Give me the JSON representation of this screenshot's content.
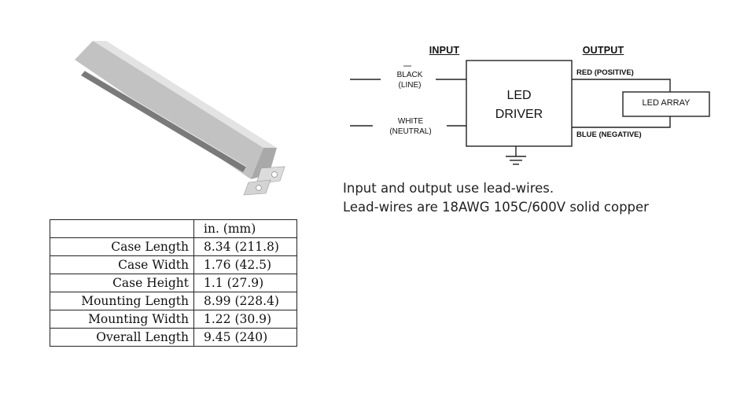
{
  "wiring": {
    "input_heading": "INPUT",
    "output_heading": "OUTPUT",
    "line_wire": {
      "color": "BLACK",
      "role": "(LINE)"
    },
    "neutral_wire": {
      "color": "WHITE",
      "role": "(NEUTRAL)"
    },
    "driver_label": [
      "LED",
      "DRIVER"
    ],
    "positive_label": "RED (POSITIVE)",
    "negative_label": "BLUE (NEGATIVE)",
    "array_label": "LED ARRAY"
  },
  "note": [
    "Input and output use lead-wires.",
    "Lead-wires are 18AWG 105C/600V solid copper"
  ],
  "dimensions": {
    "unit_header": "in. (mm)",
    "rows": [
      {
        "label": "Case Length",
        "value": "8.34 (211.8)"
      },
      {
        "label": "Case Width",
        "value": "1.76 (42.5)"
      },
      {
        "label": "Case Height",
        "value": "1.1 (27.9)"
      },
      {
        "label": "Mounting Length",
        "value": "8.99 (228.4)"
      },
      {
        "label": "Mounting Width",
        "value": "1.22 (30.9)"
      },
      {
        "label": "Overall Length",
        "value": "9.45 (240)"
      }
    ]
  }
}
